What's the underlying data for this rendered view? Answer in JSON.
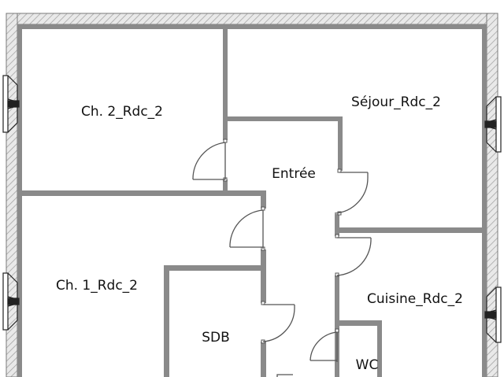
{
  "plan": {
    "rooms": [
      {
        "id": "ch2",
        "label": "Ch. 2_Rdc_2"
      },
      {
        "id": "sejour",
        "label": "Séjour_Rdc_2"
      },
      {
        "id": "entree",
        "label": "Entrée"
      },
      {
        "id": "ch1",
        "label": "Ch. 1_Rdc_2"
      },
      {
        "id": "cuisine",
        "label": "Cuisine_Rdc_2"
      },
      {
        "id": "sdb",
        "label": "SDB"
      },
      {
        "id": "wc",
        "label": "WC"
      }
    ]
  },
  "colors": {
    "wall": "#8a8a8a",
    "hatch": "#b0b0b0",
    "door_line": "#666666",
    "text": "#111111"
  }
}
